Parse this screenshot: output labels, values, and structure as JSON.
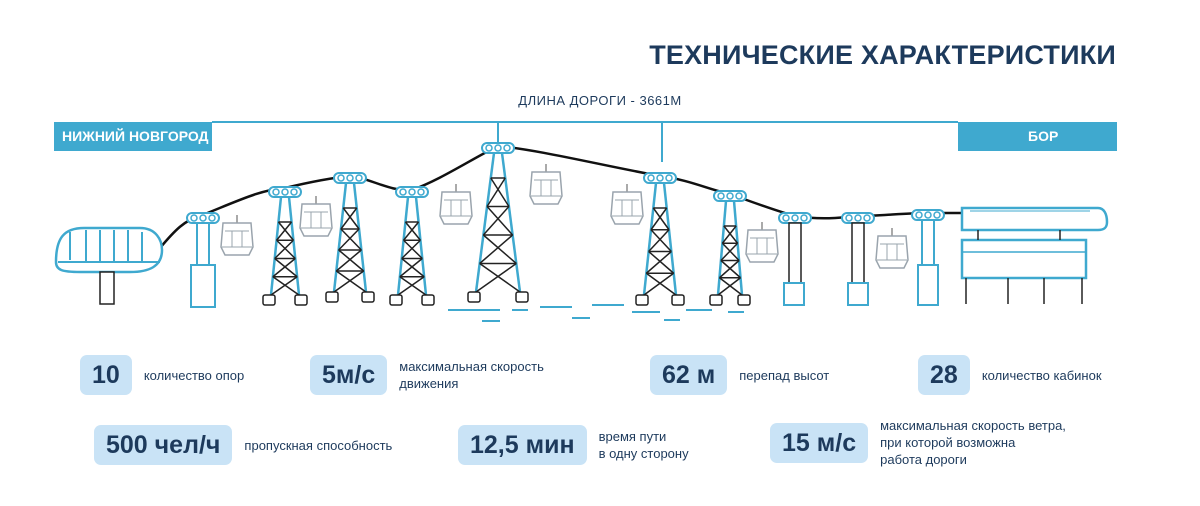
{
  "title": "ТЕХНИЧЕСКИЕ ХАРАКТЕРИСТИКИ",
  "route_length": "ДЛИНА ДОРОГИ - 3661М",
  "stations": {
    "left": "НИЖНИЙ НОВГОРОД",
    "right": "БОР"
  },
  "colors": {
    "accent": "#3fa9cf",
    "dark": "#1d3a5c",
    "badge_bg": "#c9e3f6",
    "cable": "#111111"
  },
  "stats": [
    {
      "value": "10",
      "label": "количество опор"
    },
    {
      "value": "5м/с",
      "label": "максимальная скорость\nдвижения"
    },
    {
      "value": "62 м",
      "label": "перепад высот"
    },
    {
      "value": "28",
      "label": "количество кабинок"
    },
    {
      "value": "500 чел/ч",
      "label": "пропускная способность"
    },
    {
      "value": "12,5 мин",
      "label": "время пути\nв одну сторону"
    },
    {
      "value": "15 м/с",
      "label": "максимальная скорость ветра,\nпри которой возможна\nработа дороги"
    }
  ]
}
